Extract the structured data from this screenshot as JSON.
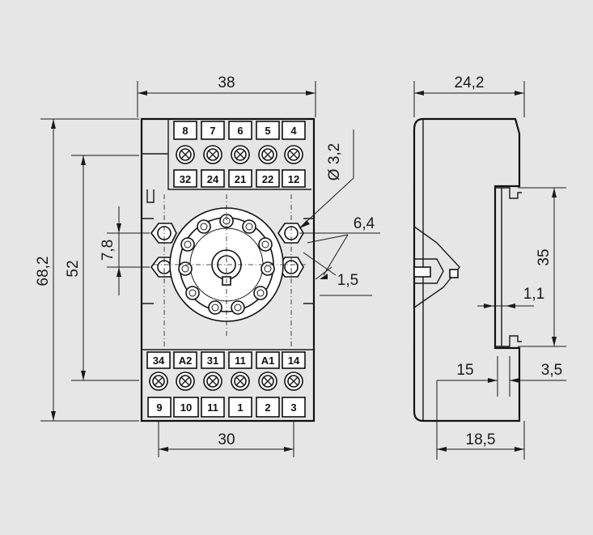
{
  "drawing": {
    "front_view": {
      "top_terminals": [
        "8",
        "7",
        "6",
        "5",
        "4"
      ],
      "upper_terminals": [
        "32",
        "24",
        "21",
        "22",
        "12"
      ],
      "lower_terminals": [
        "34",
        "A2",
        "31",
        "11",
        "A1",
        "14"
      ],
      "bottom_terminals": [
        "9",
        "10",
        "11",
        "1",
        "2",
        "3"
      ]
    },
    "dimensions": {
      "width_top": "38",
      "width_bottom": "30",
      "height_total": "68,2",
      "height_inner": "52",
      "hole_spacing": "7,8",
      "hole_diameter": "Ø 3,2",
      "hole_offset": "6,4",
      "thickness": "1,5",
      "side_depth": "24,2",
      "rail_height": "35",
      "rail_gap": "1,1",
      "rail_offset": "15",
      "rail_thickness": "3,5",
      "side_base": "18,5"
    }
  }
}
